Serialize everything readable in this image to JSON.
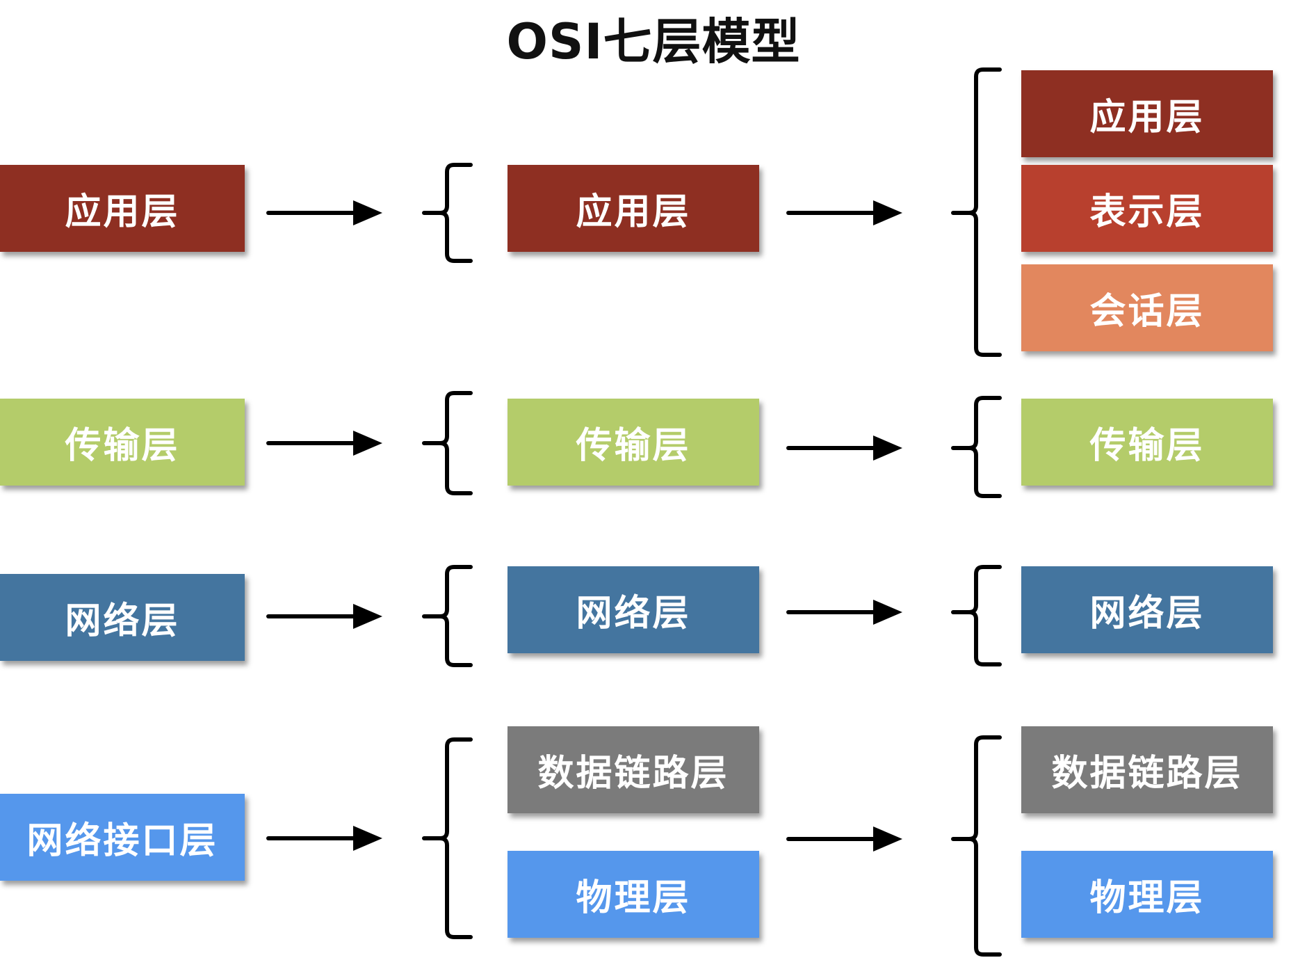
{
  "title": "OSI七层模型",
  "colors": {
    "application": "#8e2f22",
    "presentation": "#b8402e",
    "session": "#e2875e",
    "transport": "#b4cc6a",
    "network": "#44759f",
    "network_interface": "#5597ec",
    "data_link": "#7b7b7b",
    "physical": "#5597ec",
    "connector": "#000000"
  },
  "column1": {
    "application": "应用层",
    "transport": "传输层",
    "network": "网络层",
    "network_interface": "网络接口层"
  },
  "column2": {
    "application": "应用层",
    "transport": "传输层",
    "network": "网络层",
    "data_link": "数据链路层",
    "physical": "物理层"
  },
  "column3": {
    "application": "应用层",
    "presentation": "表示层",
    "session": "会话层",
    "transport": "传输层",
    "network": "网络层",
    "data_link": "数据链路层",
    "physical": "物理层"
  }
}
